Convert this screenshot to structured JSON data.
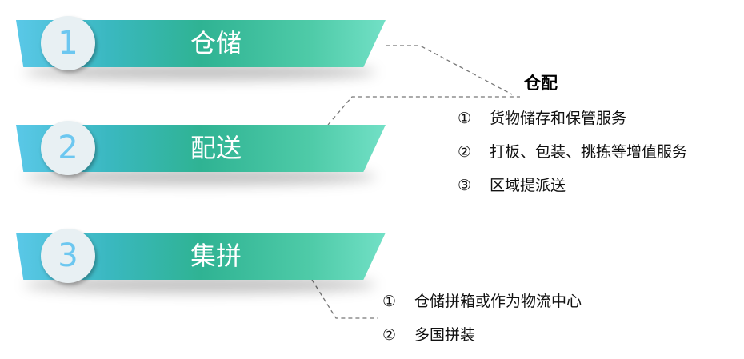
{
  "items": [
    {
      "number": "1",
      "label": "仓储"
    },
    {
      "number": "2",
      "label": "配送"
    },
    {
      "number": "3",
      "label": "集拼"
    }
  ],
  "panel_a": {
    "title": "仓配",
    "entries": [
      {
        "marker": "①",
        "text": "货物储存和保管服务"
      },
      {
        "marker": "②",
        "text": "打板、包装、挑拣等增值服务"
      },
      {
        "marker": "③",
        "text": "区域提派送"
      }
    ]
  },
  "panel_b": {
    "entries": [
      {
        "marker": "①",
        "text": "仓储拼箱或作为物流中心"
      },
      {
        "marker": "②",
        "text": "多国拼装"
      }
    ]
  }
}
